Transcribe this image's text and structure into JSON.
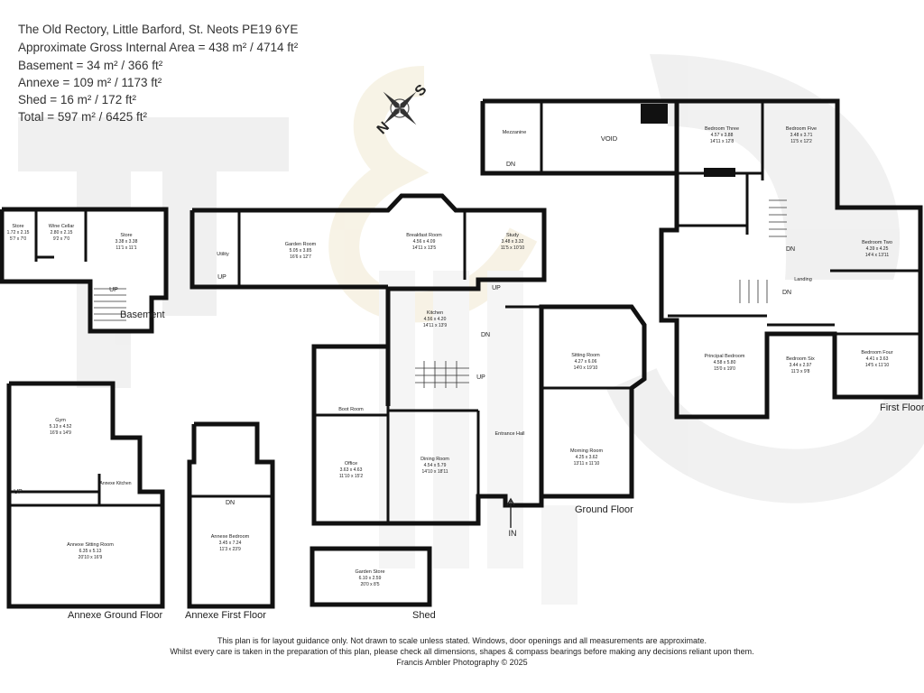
{
  "header": {
    "address": "The Old Rectory, Little Barford, St. Neots PE19 6YE",
    "gross_area": "Approximate Gross Internal Area = 438 m² / 4714 ft²",
    "basement": "Basement = 34 m² / 366 ft²",
    "annexe": "Annexe = 109 m² / 1173 ft²",
    "shed": "Shed = 16 m² / 172 ft²",
    "total": "Total = 597 m² / 6425 ft²"
  },
  "compass": {
    "north": "N",
    "south": "S"
  },
  "floors": {
    "basement": "Basement",
    "ground": "Ground Floor",
    "first": "First Floor",
    "annexe_ground": "Annexe Ground Floor",
    "annexe_first": "Annexe First Floor",
    "shed": "Shed"
  },
  "rooms": {
    "store_small": {
      "name": "Store",
      "m": "1.72 x 2.15",
      "ft": "5'7 x 7'0"
    },
    "wine_cellar": {
      "name": "Wine Cellar",
      "m": "2.80 x 2.15",
      "ft": "9'2 x 7'0"
    },
    "store_large": {
      "name": "Store",
      "m": "3.38 x 3.38",
      "ft": "11'1 x 11'1"
    },
    "utility": {
      "name": "Utility"
    },
    "garden_room": {
      "name": "Garden Room",
      "m": "5.05 x 3.85",
      "ft": "16'6 x 12'7"
    },
    "breakfast_room": {
      "name": "Breakfast Room",
      "m": "4.56 x 4.09",
      "ft": "14'11 x 13'5"
    },
    "study": {
      "name": "Study",
      "m": "3.48 x 3.32",
      "ft": "11'5 x 10'10"
    },
    "kitchen": {
      "name": "Kitchen",
      "m": "4.56 x 4.20",
      "ft": "14'11 x 13'9"
    },
    "sitting_room": {
      "name": "Sitting Room",
      "m": "4.27 x 6.06",
      "ft": "14'0 x 19'10"
    },
    "boot_room": {
      "name": "Boot Room"
    },
    "office": {
      "name": "Office",
      "m": "3.63 x 4.63",
      "ft": "11'10 x 15'2"
    },
    "dining_room": {
      "name": "Dining Room",
      "m": "4.54 x 5.79",
      "ft": "14'10 x 18'11"
    },
    "entrance_hall": {
      "name": "Entrance Hall"
    },
    "morning_room": {
      "name": "Morning Room",
      "m": "4.25 x 3.62",
      "ft": "13'11 x 11'10"
    },
    "mezzanine": {
      "name": "Mezzanine"
    },
    "void": {
      "name": "VOID"
    },
    "bedroom_three": {
      "name": "Bedroom Three",
      "m": "4.57 x 3.88",
      "ft": "14'11 x 12'8"
    },
    "bedroom_five": {
      "name": "Bedroom Five",
      "m": "3.48 x 3.71",
      "ft": "11'5 x 12'2"
    },
    "bedroom_two": {
      "name": "Bedroom Two",
      "m": "4.39 x 4.25",
      "ft": "14'4 x 13'11"
    },
    "landing": {
      "name": "Landing"
    },
    "principal_bedroom": {
      "name": "Principal Bedroom",
      "m": "4.58 x 5.80",
      "ft": "15'0 x 19'0"
    },
    "bedroom_six": {
      "name": "Bedroom Six",
      "m": "3.44 x 2.97",
      "ft": "11'3 x 9'8"
    },
    "bedroom_four": {
      "name": "Bedroom Four",
      "m": "4.41 x 3.63",
      "ft": "14'5 x 11'10"
    },
    "gym": {
      "name": "Gym",
      "m": "5.13 x 4.52",
      "ft": "16'9 x 14'9"
    },
    "annexe_kitchen": {
      "name": "Annexe Kitchen"
    },
    "annexe_sitting": {
      "name": "Annexe Sitting Room",
      "m": "6.35 x 5.13",
      "ft": "20'10 x 16'9"
    },
    "annexe_bedroom": {
      "name": "Annexe Bedroom",
      "m": "3.45 x 7.24",
      "ft": "11'3 x 23'9"
    },
    "garden_store": {
      "name": "Garden Store",
      "m": "6.10 x 2.59",
      "ft": "20'0 x 8'5"
    }
  },
  "stairs": {
    "up": "UP",
    "down": "DN",
    "in": "IN"
  },
  "footer": {
    "disclaimer1": "This plan is for layout guidance only. Not drawn to scale unless stated. Windows, door openings and all measurements are approximate.",
    "disclaimer2": "Whilst every care is taken in the preparation of this plan, please check all dimensions, shapes & compass bearings before making any decisions reliant upon them.",
    "credit": "Francis Ambler Photography © 2025"
  }
}
